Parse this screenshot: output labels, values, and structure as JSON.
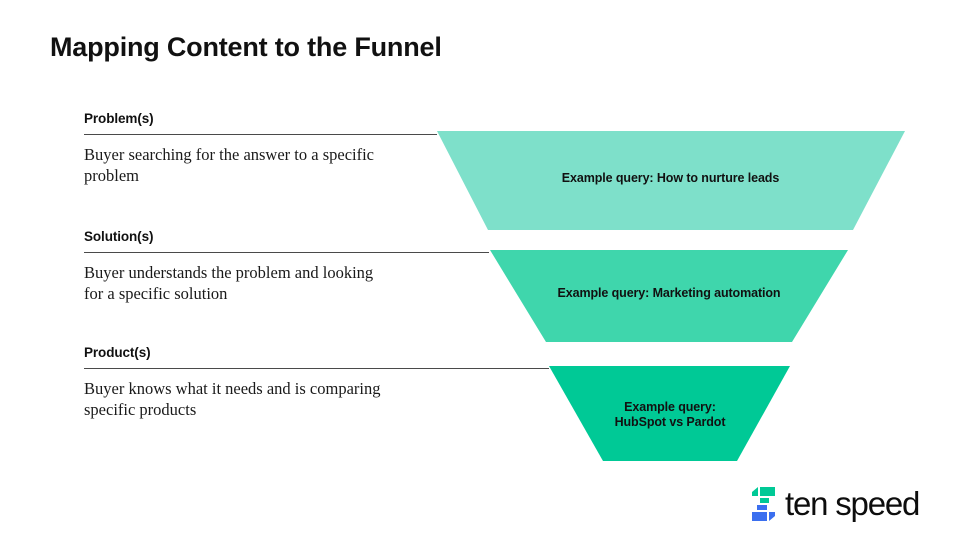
{
  "slide": {
    "title": "Mapping Content to the Funnel",
    "background_color": "#ffffff"
  },
  "stages": [
    {
      "label": "Problem(s)",
      "description": "Buyer searching for the answer to a specific problem",
      "funnel_label": "Example query: How to nurture leads",
      "color": "#7EE0CA"
    },
    {
      "label": "Solution(s)",
      "description": "Buyer understands the problem and looking for a specific solution",
      "funnel_label": "Example query: Marketing automation",
      "color": "#3FD6AC"
    },
    {
      "label": "Product(s)",
      "description": "Buyer knows what it needs and is comparing specific products",
      "funnel_label": "Example query:\nHubSpot vs Pardot",
      "funnel_label_line1": "Example query:",
      "funnel_label_line2": "HubSpot vs Pardot",
      "color": "#00C996"
    }
  ],
  "chart_data": {
    "type": "funnel",
    "title": "Mapping Content to the Funnel",
    "stages": [
      {
        "name": "Problem(s)",
        "top_width": 468,
        "bottom_width": 365,
        "color": "#7EE0CA",
        "query": "Example query: How to nurture leads"
      },
      {
        "name": "Solution(s)",
        "top_width": 358,
        "bottom_width": 246,
        "color": "#3FD6AC",
        "query": "Example query: Marketing automation"
      },
      {
        "name": "Product(s)",
        "top_width": 241,
        "bottom_width": 134,
        "color": "#00C996",
        "query": "Example query: HubSpot vs Pardot"
      }
    ]
  },
  "logo": {
    "text": "ten speed",
    "mark_color_top": "#00C996",
    "mark_color_bottom": "#3B6FEF"
  }
}
